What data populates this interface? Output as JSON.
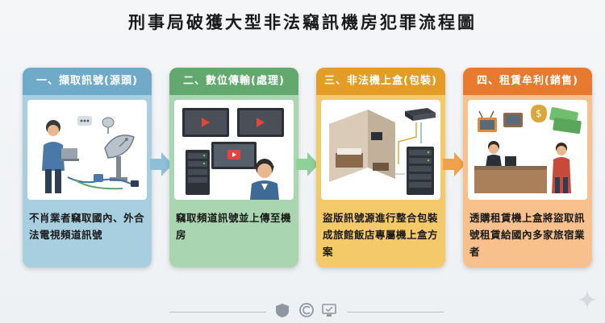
{
  "title": "刑事局破獲大型非法竊訊機房犯罪流程圖",
  "steps": [
    {
      "header": "一、擷取訊號(源頭)",
      "text": "不肖業者竊取國內、外合法電視頻道訊號"
    },
    {
      "header": "二、數位傳輸(處理)",
      "text": "竊取頻道訊號並上傳至機房"
    },
    {
      "header": "三、非法機上盒(包裝)",
      "text": "盜版訊號源進行整合包裝成旅館飯店專屬機上盒方案"
    },
    {
      "header": "四、租賃牟利(銷售)",
      "text": "透購租賃機上盒將盜取訊號租賃給國內多家旅宿業者"
    }
  ],
  "colors": {
    "step1": "#6faac9",
    "step2": "#62a86f",
    "step3": "#e39c25",
    "step4": "#e77a2e"
  },
  "icons": [
    "hacker-laptop-icon",
    "satellite-dish-icon",
    "server-icon",
    "monitor-icon",
    "operator-headset-icon",
    "hotel-room-icon",
    "set-top-box-icon",
    "reception-desk-icon",
    "money-icon",
    "tv-icon"
  ]
}
